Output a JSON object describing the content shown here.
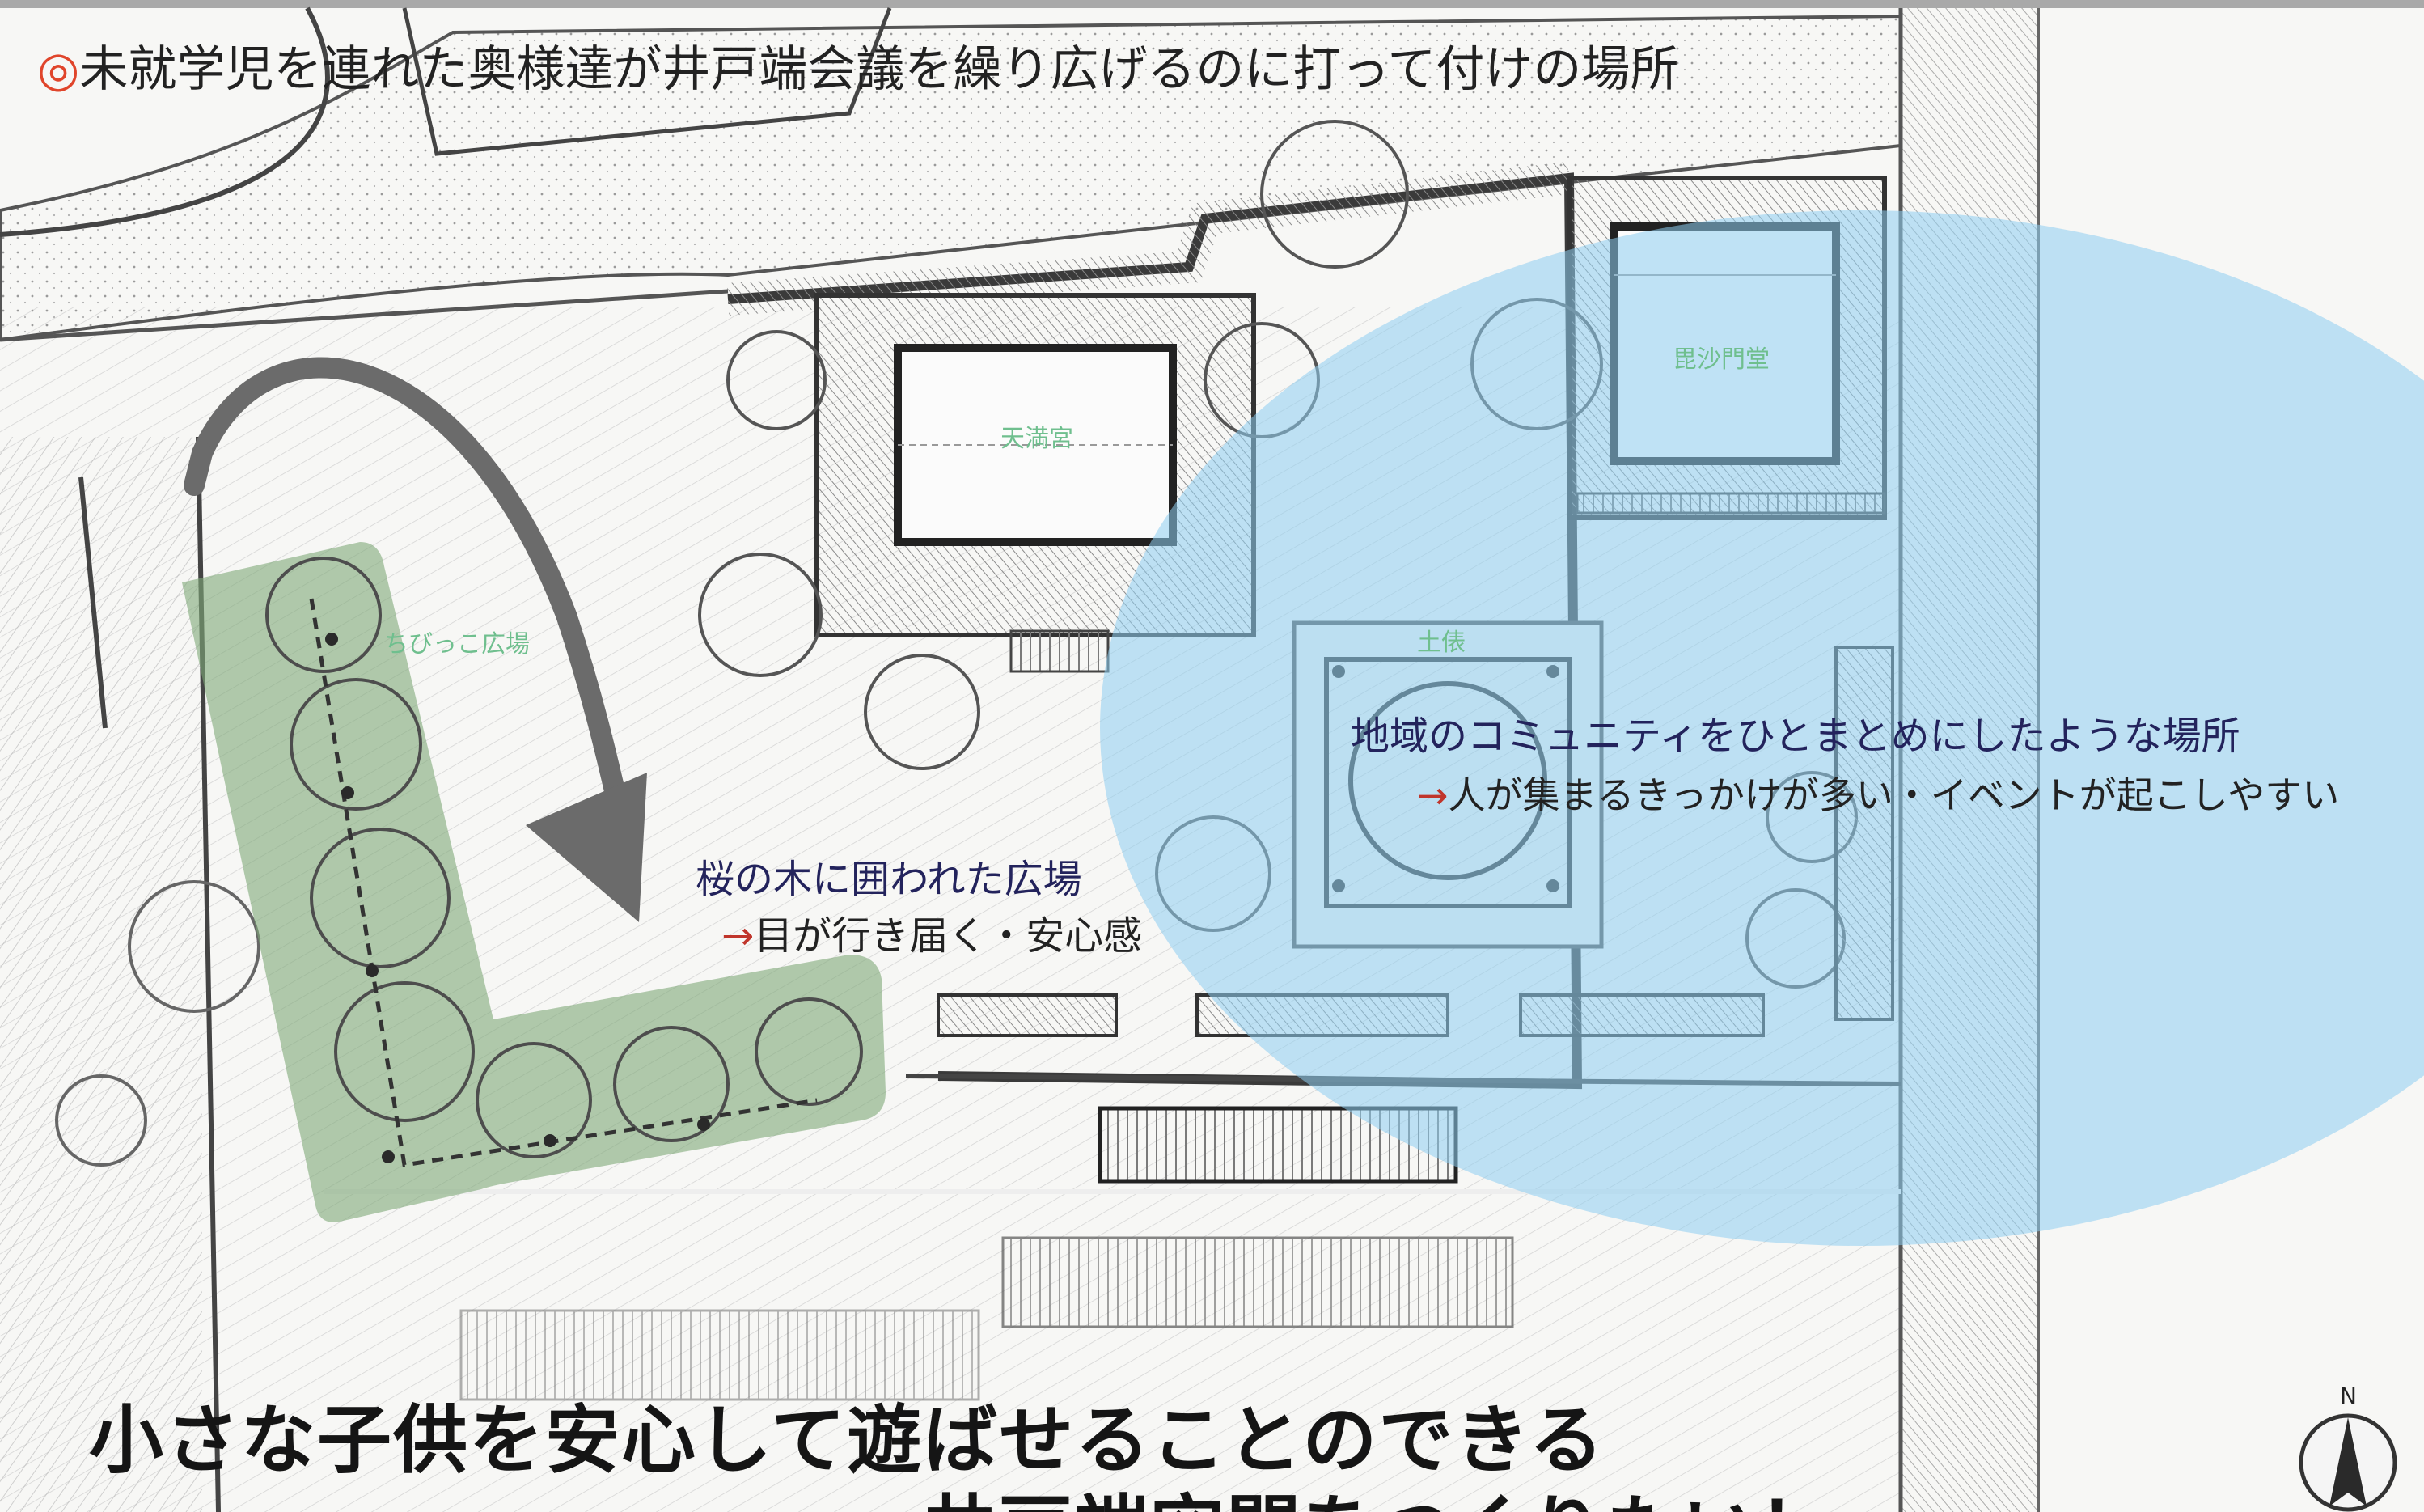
{
  "header": {
    "marker": "◎",
    "title": "未就学児を連れた奥様達が井戸端会議を繰り広げるのに打って付けの場所"
  },
  "map_labels": {
    "tenmangu": "天満宮",
    "bishamondo": "毘沙門堂",
    "chibikko_hiroba": "ちびっこ広場",
    "dohyo": "土俵"
  },
  "community_note": {
    "title": "地域のコミュニティをひとまとめにしたような場所",
    "arrow": "→",
    "detail": "人が集まるきっかけが多い・イベントが起こしやすい"
  },
  "sakura_note": {
    "title": "桜の木に囲われた広場",
    "arrow": "→",
    "detail": "目が行き届く・安心感"
  },
  "headline": {
    "line1": "小さな子供を安心して遊ばせることのできる",
    "line2": "井戸端空間をつくりたい！"
  },
  "compass": {
    "label": "N"
  },
  "colors": {
    "blue_zone": "#8ecdf0",
    "green_zone": "#7fa878",
    "arrow": "#6b6b6b",
    "top_bar": "#a9a9a9",
    "marker_red": "#e0452b"
  }
}
